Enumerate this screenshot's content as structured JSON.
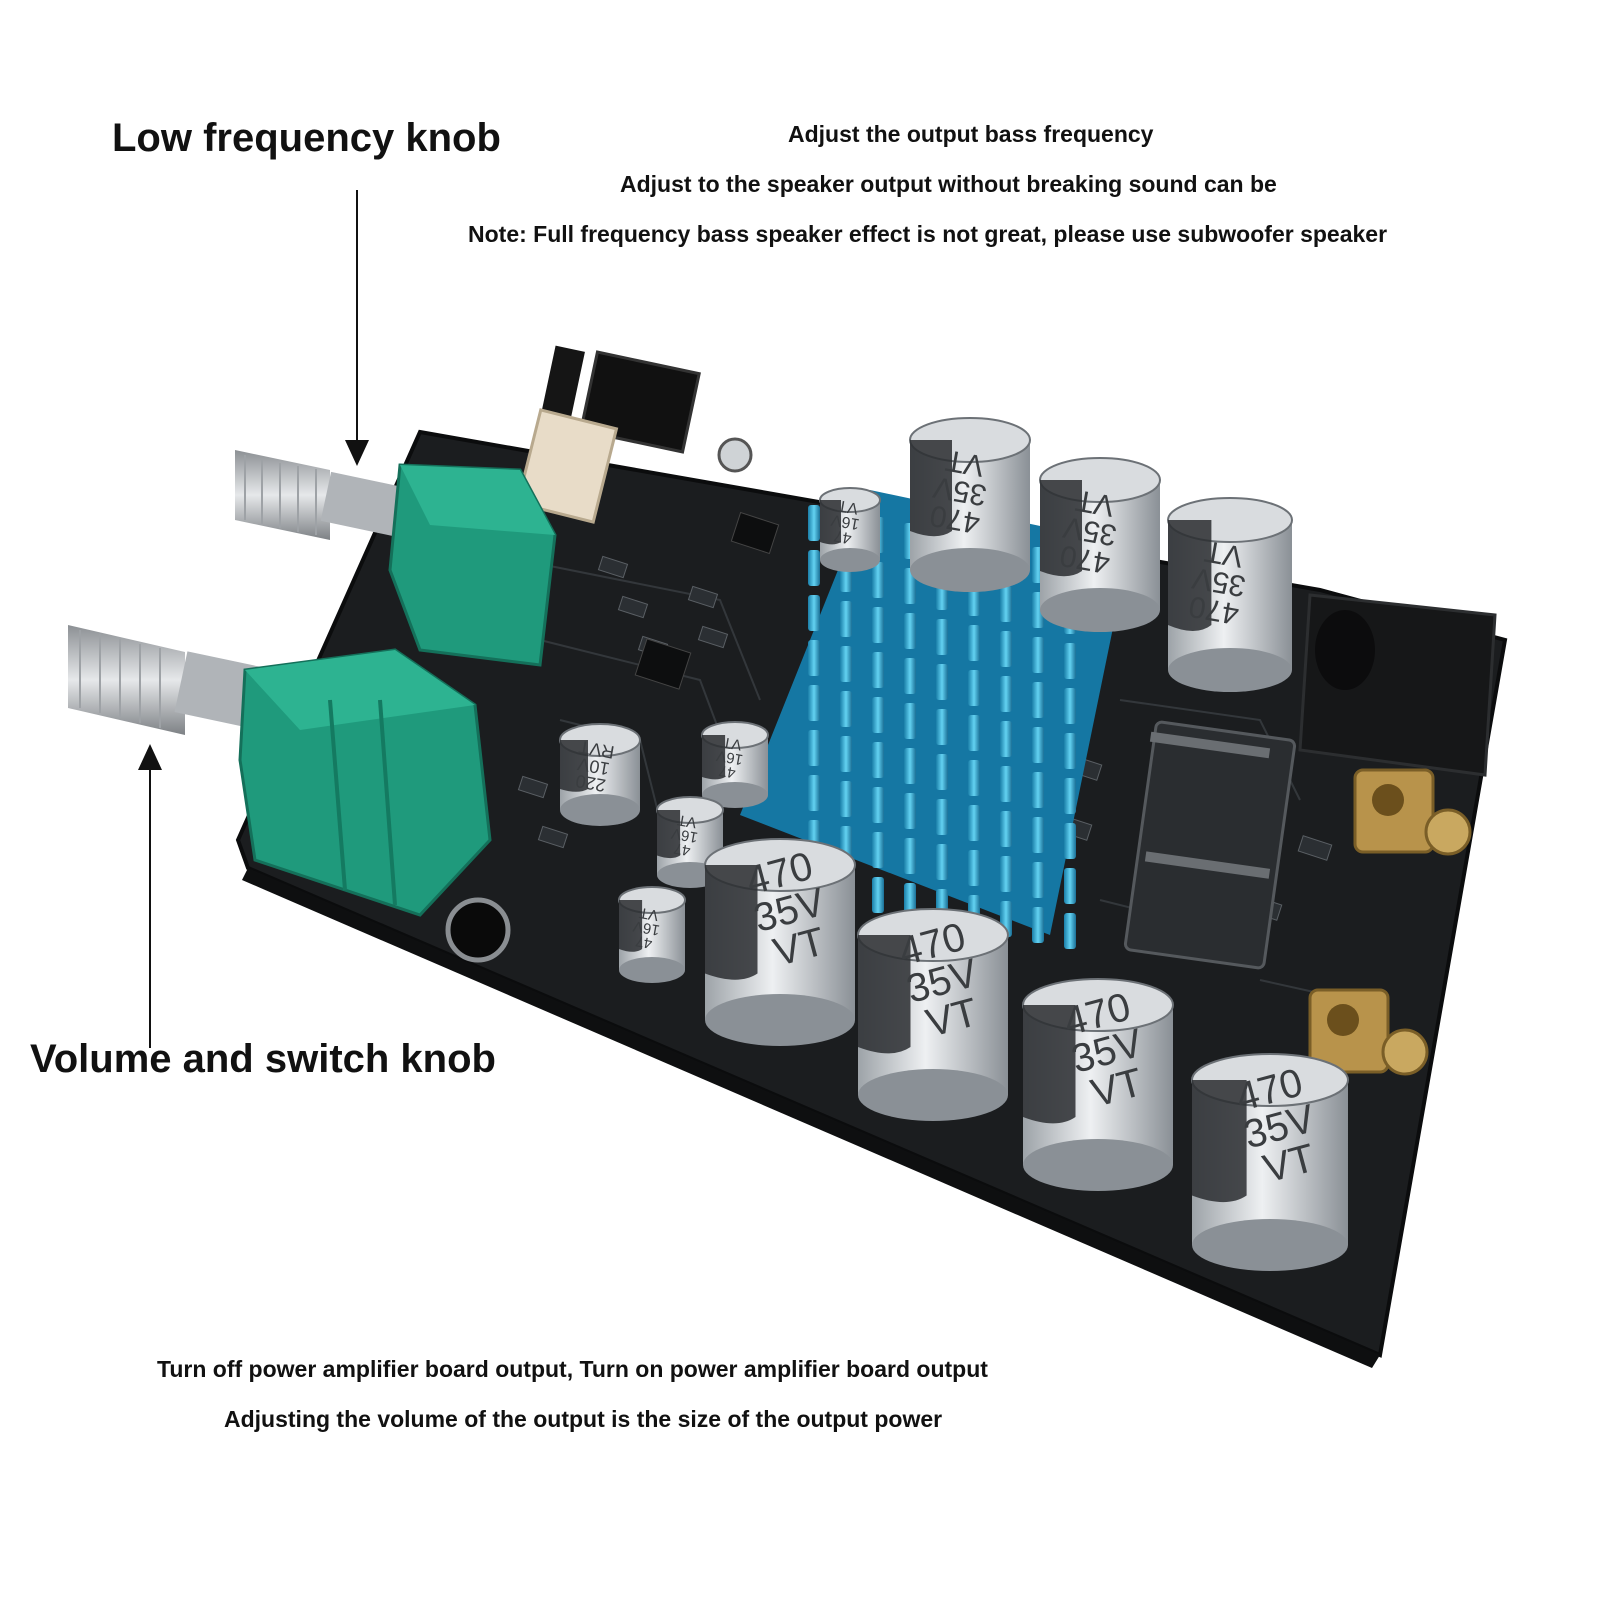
{
  "labels": {
    "low_freq_title": "Low frequency knob",
    "low_freq_lines": [
      "Adjust the output bass frequency",
      "Adjust to the speaker output without breaking sound can be",
      "Note: Full frequency bass speaker effect is not great, please use subwoofer speaker"
    ],
    "volume_title": "Volume and switch knob",
    "volume_lines": [
      "Turn off power amplifier board output, Turn on power amplifier board output",
      "Adjusting the volume of the output is the size of the output power"
    ]
  },
  "capacitors": {
    "large": {
      "value": "470",
      "voltage": "35V",
      "series": "VT"
    },
    "c220": {
      "value": "220",
      "voltage": "10V",
      "series": "RVT"
    },
    "c47": {
      "value": "47",
      "voltage": "16V",
      "series": "VT"
    }
  },
  "colors": {
    "pcb": "#1b1d1f",
    "heatsink": "#2ea9d6",
    "pot_body": "#1f9a7c",
    "arrow": "#111111"
  }
}
